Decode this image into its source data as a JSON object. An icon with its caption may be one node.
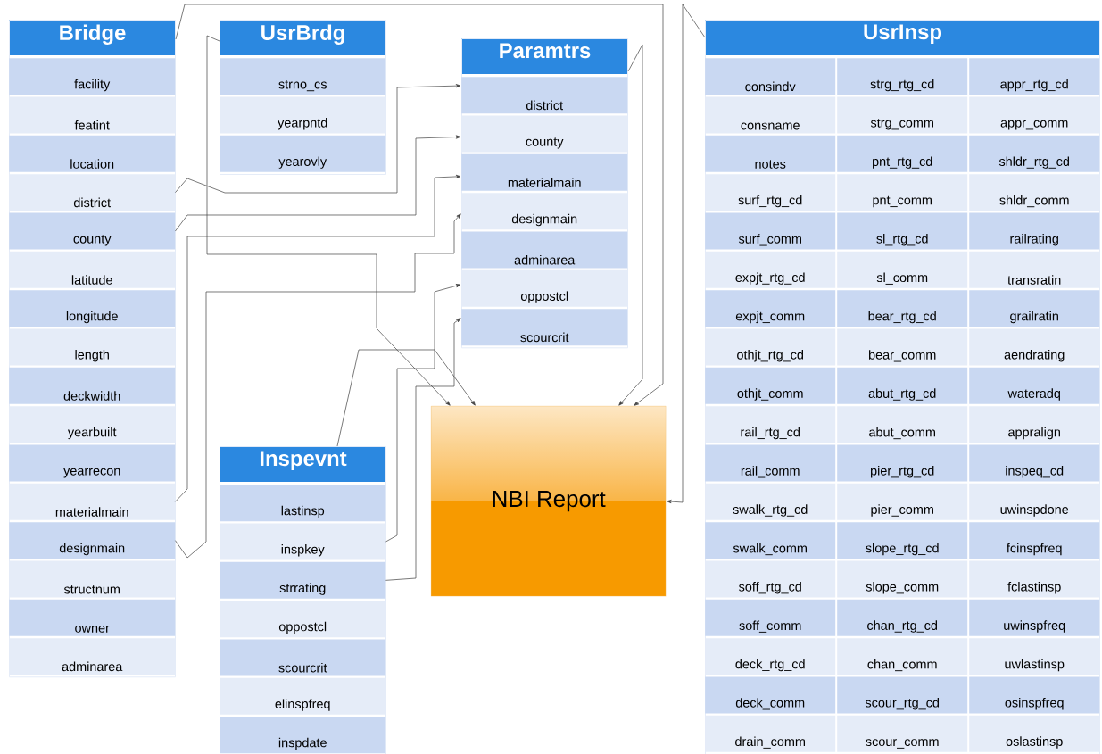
{
  "diagram": {
    "nodes": [
      {
        "text": [
          "Bridge"
        ]
      },
      {
        "text": [
          "facility"
        ],
        "in": 0
      },
      {
        "text": [
          "featint"
        ],
        "in": 0
      },
      {
        "text": [
          "location"
        ],
        "in": 0
      },
      {
        "text": [
          "district"
        ],
        "in": 0
      },
      {
        "text": [
          "county"
        ],
        "in": 0
      },
      {
        "text": [
          "latitude"
        ],
        "in": 0
      },
      {
        "text": [
          "longitude"
        ],
        "in": 0
      },
      {
        "text": [
          "length"
        ],
        "in": 0
      },
      {
        "text": [
          "deckwidth"
        ],
        "in": 0
      },
      {
        "text": [
          "yearbuilt"
        ],
        "in": 0
      },
      {
        "text": [
          "yearrecon"
        ],
        "in": 0
      },
      {
        "text": [
          "materialmain"
        ],
        "in": 0
      },
      {
        "text": [
          "designmain"
        ],
        "in": 0
      },
      {
        "text": [
          "structnum"
        ],
        "in": 0
      },
      {
        "text": [
          "owner"
        ],
        "in": 0
      },
      {
        "text": [
          "adminarea"
        ],
        "in": 0
      },
      {
        "text": [
          "UsrBrdg"
        ]
      },
      {
        "text": [
          "strno_cs"
        ],
        "in": 17
      },
      {
        "text": [
          "yearpntd"
        ],
        "in": 17
      },
      {
        "text": [
          "yearovly"
        ],
        "in": 17
      },
      {
        "text": [
          "Paramtrs"
        ]
      },
      {
        "text": [
          "district"
        ],
        "in": 21
      },
      {
        "text": [
          "county"
        ],
        "in": 21
      },
      {
        "text": [
          "materialmain"
        ],
        "in": 21
      },
      {
        "text": [
          "designmain"
        ],
        "in": 21
      },
      {
        "text": [
          "adminarea"
        ],
        "in": 21
      },
      {
        "text": [
          "oppostcl"
        ],
        "in": 21
      },
      {
        "text": [
          "scourcrit"
        ],
        "in": 21
      },
      {
        "text": [
          "UsrInsp"
        ]
      },
      {
        "text": [
          "consindv"
        ],
        "in": 29
      },
      {
        "text": [
          "strg_rtg_cd"
        ],
        "in": 29
      },
      {
        "text": [
          "appr_rtg_cd"
        ],
        "in": 29
      },
      {
        "text": [
          "consname"
        ],
        "in": 29
      },
      {
        "text": [
          "strg_comm"
        ],
        "in": 29
      },
      {
        "text": [
          "appr_comm"
        ],
        "in": 29
      },
      {
        "text": [
          "notes"
        ],
        "in": 29
      },
      {
        "text": [
          "pnt_rtg_cd"
        ],
        "in": 29
      },
      {
        "text": [
          "shldr_rtg_cd"
        ],
        "in": 29
      },
      {
        "text": [
          "surf_rtg_cd"
        ],
        "in": 29
      },
      {
        "text": [
          "pnt_comm"
        ],
        "in": 29
      },
      {
        "text": [
          "shldr_comm"
        ],
        "in": 29
      },
      {
        "text": [
          "surf_comm"
        ],
        "in": 29
      },
      {
        "text": [
          "sl_rtg_cd"
        ],
        "in": 29
      },
      {
        "text": [
          "railrating"
        ],
        "in": 29
      },
      {
        "text": [
          "expjt_rtg_cd"
        ],
        "in": 29
      },
      {
        "text": [
          "sl_comm"
        ],
        "in": 29
      },
      {
        "text": [
          "transratin"
        ],
        "in": 29
      },
      {
        "text": [
          "expjt_comm"
        ],
        "in": 29
      },
      {
        "text": [
          "bear_rtg_cd"
        ],
        "in": 29
      },
      {
        "text": [
          "grailratin"
        ],
        "in": 29
      },
      {
        "text": [
          "othjt_rtg_cd"
        ],
        "in": 29
      },
      {
        "text": [
          "bear_comm"
        ],
        "in": 29
      },
      {
        "text": [
          "aendrating"
        ],
        "in": 29
      },
      {
        "text": [
          "othjt_comm"
        ],
        "in": 29
      },
      {
        "text": [
          "abut_rtg_cd"
        ],
        "in": 29
      },
      {
        "text": [
          "wateradq"
        ],
        "in": 29
      },
      {
        "text": [
          "rail_rtg_cd"
        ],
        "in": 29
      },
      {
        "text": [
          "abut_comm"
        ],
        "in": 29
      },
      {
        "text": [
          "appralign"
        ],
        "in": 29
      },
      {
        "text": [
          "rail_comm"
        ],
        "in": 29
      },
      {
        "text": [
          "pier_rtg_cd"
        ],
        "in": 29
      },
      {
        "text": [
          "inspeq_cd"
        ],
        "in": 29
      },
      {
        "text": [
          "swalk_rtg_cd"
        ],
        "in": 29
      },
      {
        "text": [
          "pier_comm"
        ],
        "in": 29
      },
      {
        "text": [
          "uwinspdone"
        ],
        "in": 29
      },
      {
        "text": [
          "swalk_comm"
        ],
        "in": 29
      },
      {
        "text": [
          "slope_rtg_cd"
        ],
        "in": 29
      },
      {
        "text": [
          "fcinspfreq"
        ],
        "in": 29
      },
      {
        "text": [
          "soff_rtg_cd"
        ],
        "in": 29
      },
      {
        "text": [
          "slope_comm"
        ],
        "in": 29
      },
      {
        "text": [
          "fclastinsp"
        ],
        "in": 29
      },
      {
        "text": [
          "soff_comm"
        ],
        "in": 29
      },
      {
        "text": [
          "chan_rtg_cd"
        ],
        "in": 29
      },
      {
        "text": [
          "uwinspfreq"
        ],
        "in": 29
      },
      {
        "text": [
          "deck_rtg_cd"
        ],
        "in": 29
      },
      {
        "text": [
          "chan_comm"
        ],
        "in": 29
      },
      {
        "text": [
          "uwlastinsp"
        ],
        "in": 29
      },
      {
        "text": [
          "deck_comm"
        ],
        "in": 29
      },
      {
        "text": [
          "scour_rtg_cd"
        ],
        "in": 29
      },
      {
        "text": [
          "osinspfreq"
        ],
        "in": 29
      },
      {
        "text": [
          "drain_comm"
        ],
        "in": 29
      },
      {
        "text": [
          "scour_comm"
        ],
        "in": 29
      },
      {
        "text": [
          "oslastinsp"
        ],
        "in": 29
      },
      {
        "text": [
          "NBI Report"
        ]
      },
      {
        "text": [
          "Inspevnt"
        ]
      },
      {
        "text": [
          "lastinsp"
        ],
        "in": 85
      },
      {
        "text": [
          "inspkey"
        ],
        "in": 85
      },
      {
        "text": [
          "strrating"
        ],
        "in": 85
      },
      {
        "text": [
          "oppostcl"
        ],
        "in": 85
      },
      {
        "text": [
          "scourcrit"
        ],
        "in": 85
      },
      {
        "text": [
          "elinspfreq"
        ],
        "in": 85
      },
      {
        "text": [
          "inspdate"
        ],
        "in": 85
      }
    ],
    "edges": [
      {
        "from": 0,
        "to": 84,
        "arrow": "to"
      },
      {
        "from": 17,
        "to": 84,
        "arrow": "to"
      },
      {
        "from": 21,
        "to": 84,
        "arrow": "to"
      },
      {
        "from": 29,
        "to": 84,
        "arrow": "to"
      },
      {
        "from": 85,
        "to": 84,
        "arrow": "to"
      },
      {
        "from": 4,
        "to": 22,
        "arrow": "to"
      },
      {
        "from": 5,
        "to": 23,
        "arrow": "to"
      },
      {
        "from": 12,
        "to": 24,
        "arrow": "to"
      },
      {
        "from": 13,
        "to": 25,
        "arrow": "to"
      },
      {
        "from": 87,
        "to": 27,
        "arrow": "to"
      },
      {
        "from": 88,
        "to": 28,
        "arrow": "to"
      }
    ]
  }
}
